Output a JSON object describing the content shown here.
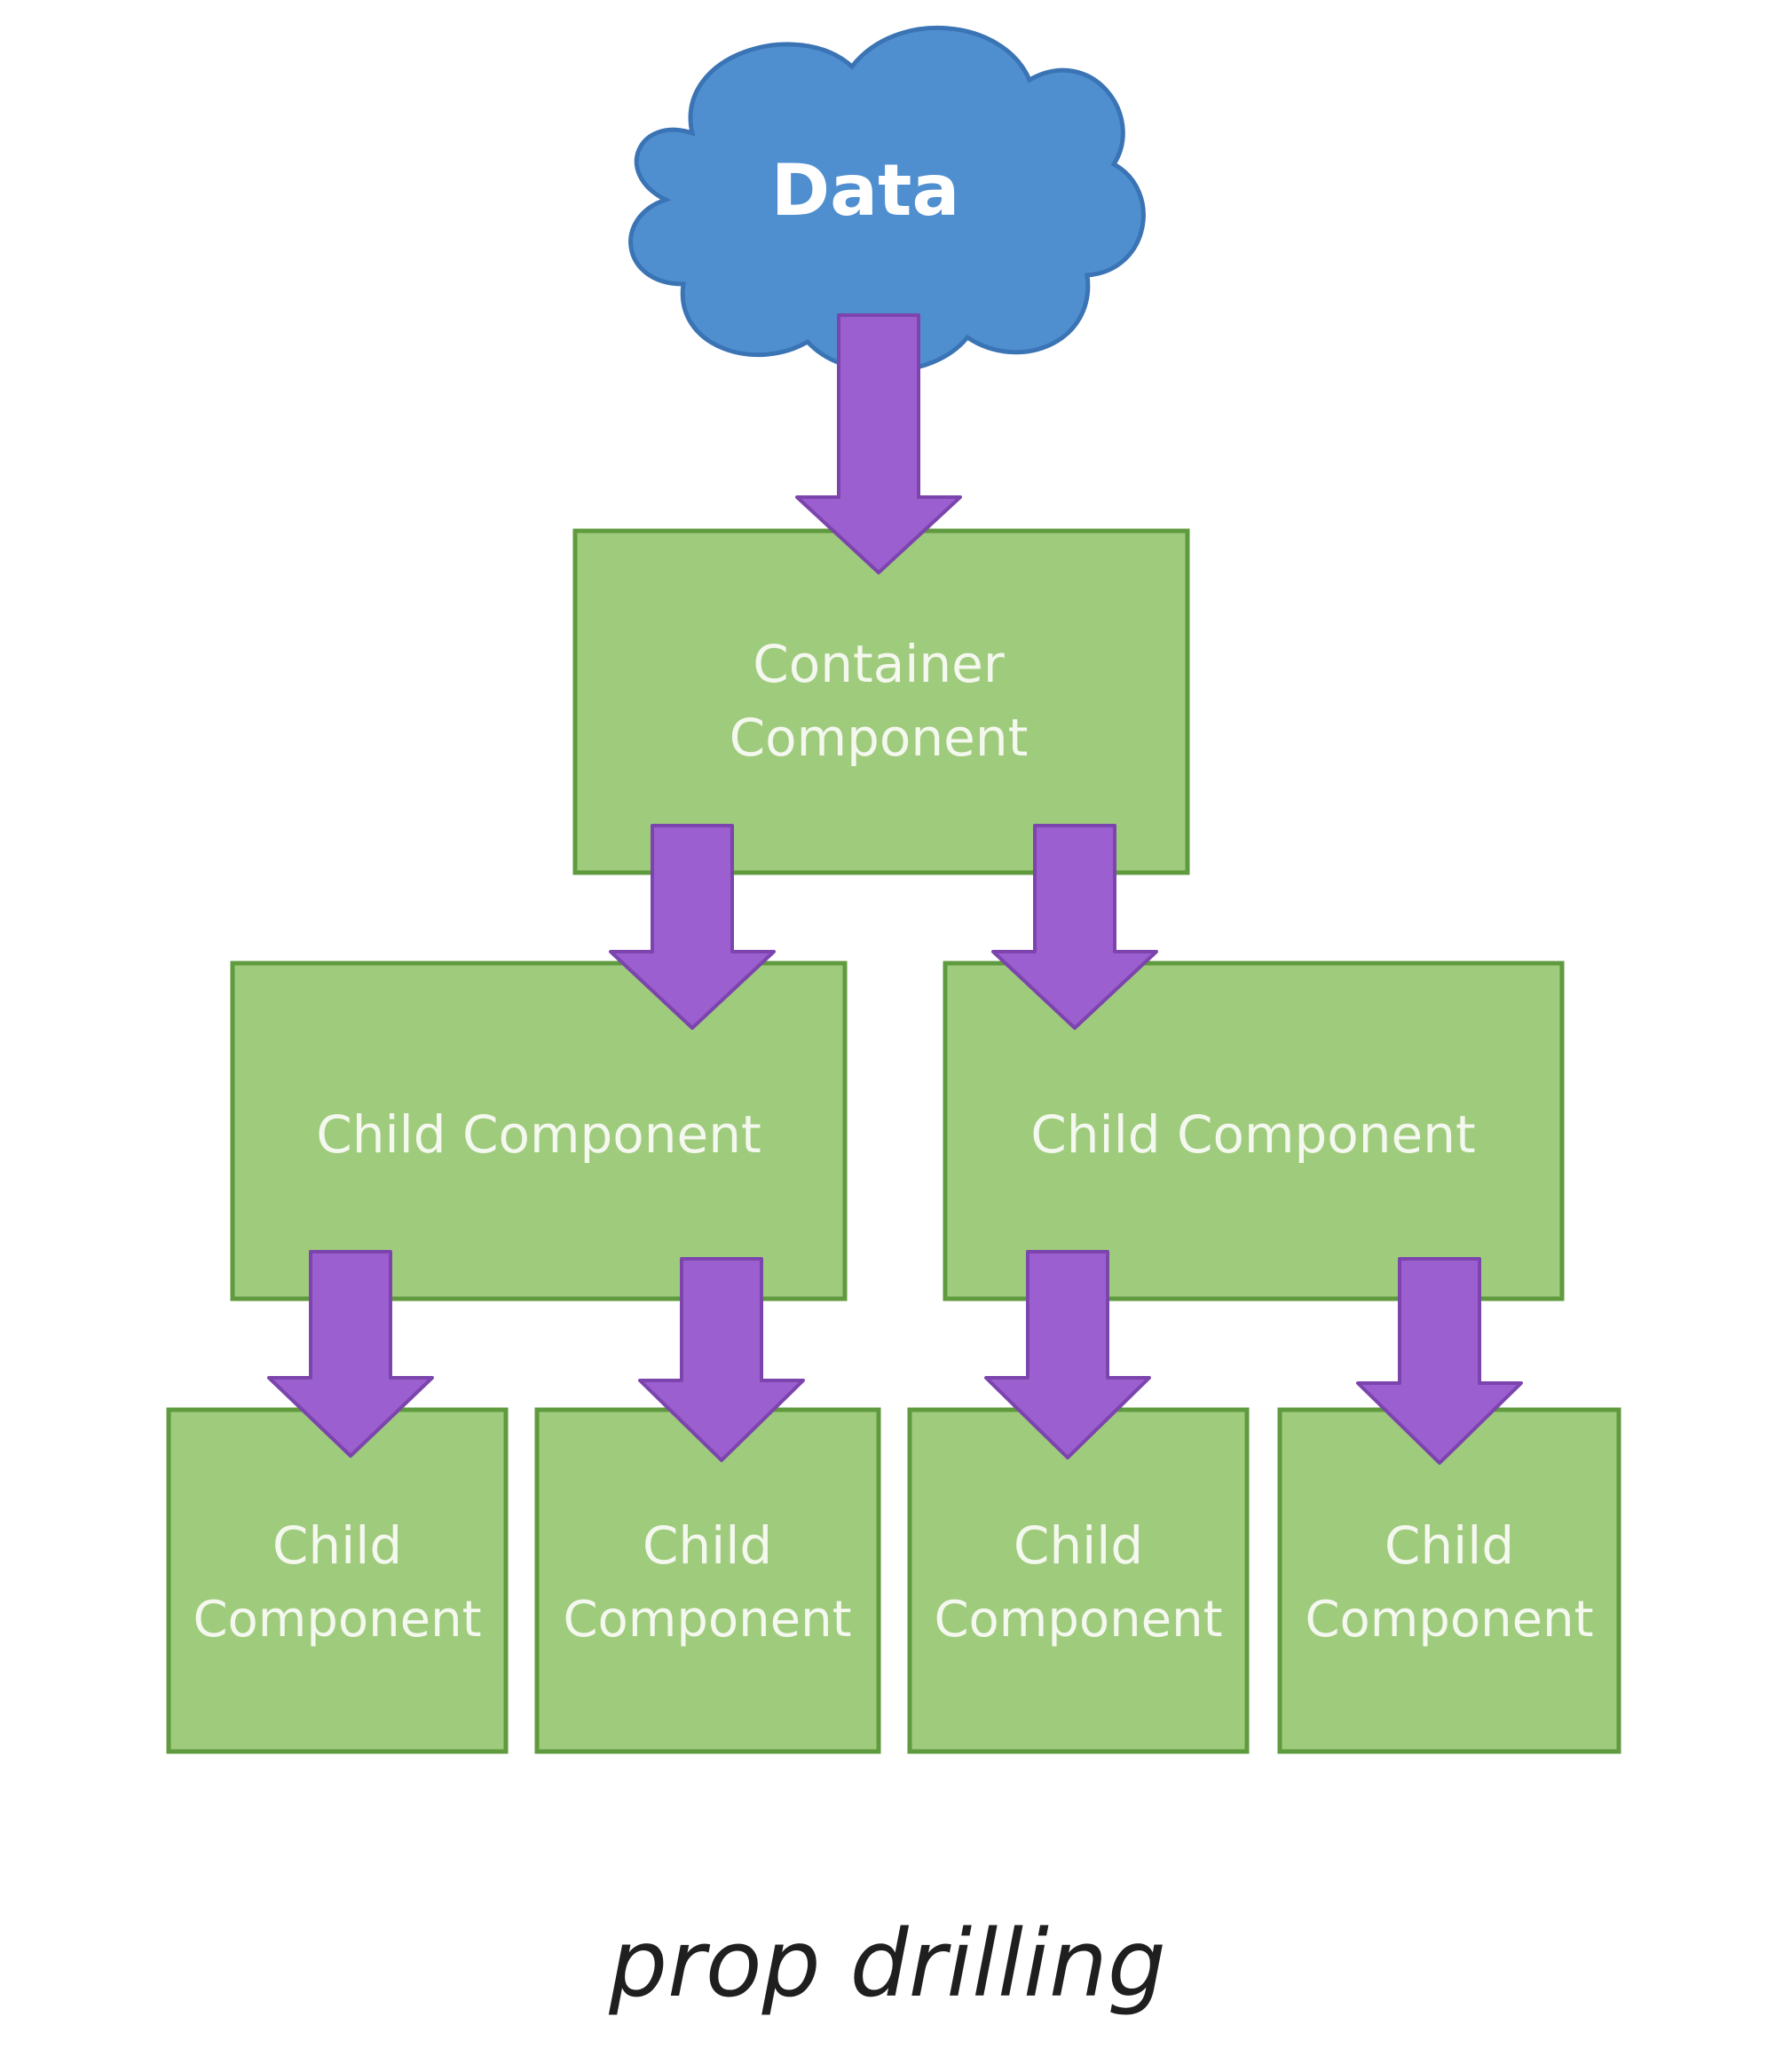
{
  "diagram": {
    "data_node": {
      "label": "Data"
    },
    "container_node": {
      "line1": "Container",
      "line2": "Component"
    },
    "mid_left": {
      "label": "Child Component"
    },
    "mid_right": {
      "label": "Child Component"
    },
    "leaf_1": {
      "line1": "Child",
      "line2": "Component"
    },
    "leaf_2": {
      "line1": "Child",
      "line2": "Component"
    },
    "leaf_3": {
      "line1": "Child",
      "line2": "Component"
    },
    "leaf_4": {
      "line1": "Child",
      "line2": "Component"
    },
    "caption": "prop drilling"
  },
  "colors": {
    "cloud_fill": "#4f8fd0",
    "cloud_stroke": "#3a74b4",
    "box_fill": "#9fcb7d",
    "box_stroke": "#5f9a3e",
    "arrow_fill": "#9b5fcf",
    "arrow_stroke": "#7c44ad"
  }
}
